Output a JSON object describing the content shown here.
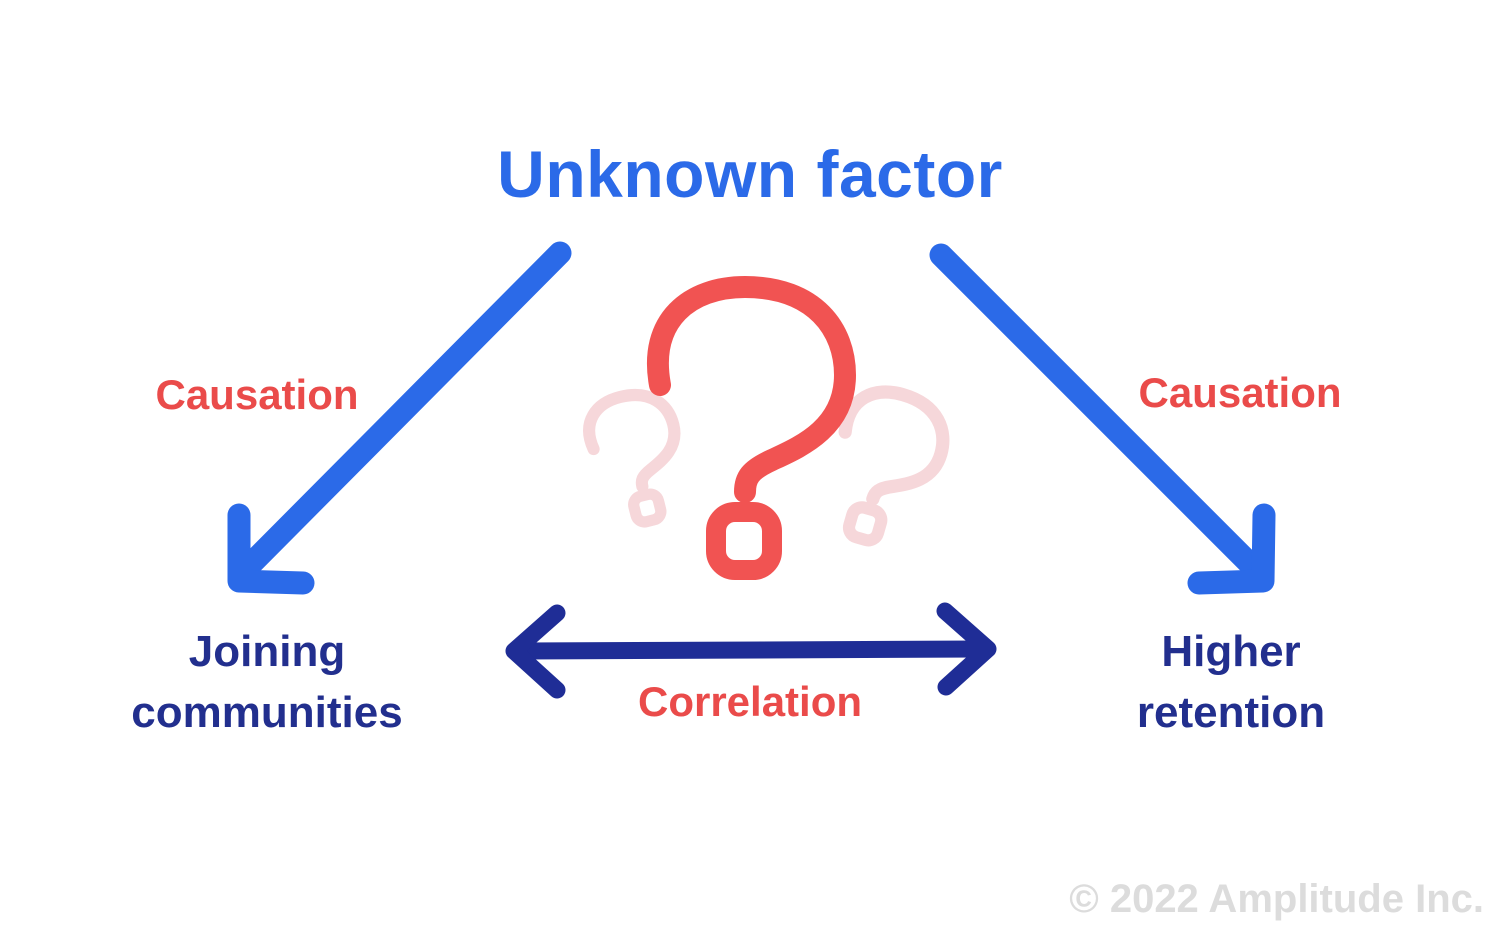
{
  "title": "Unknown factor",
  "edges": {
    "causation_left_label": "Causation",
    "causation_right_label": "Causation",
    "correlation_label": "Correlation"
  },
  "nodes": {
    "bottom_left": "Joining communities",
    "bottom_right": "Higher retention"
  },
  "center_icon": "question-marks-icon",
  "copyright": "© 2022 Amplitude Inc.",
  "colors": {
    "title_blue": "#2b6ae8",
    "arrow_blue": "#2b6ae8",
    "navy": "#1f2d96",
    "navy_text": "#222f8e",
    "label_red": "#ea4b4a",
    "question_mark_red": "#f15352",
    "question_mark_pink": "#f6d7da",
    "copyright_gray": "#dcdcdc",
    "background": "#ffffff"
  }
}
